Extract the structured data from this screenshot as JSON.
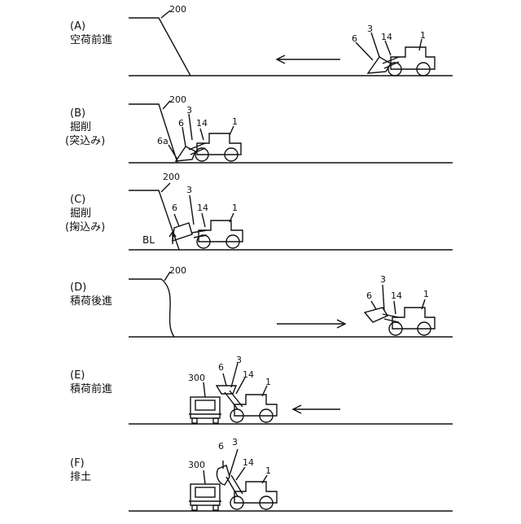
{
  "panels": [
    {
      "key": "A",
      "label": "(A)",
      "caption": [
        "空荷前進"
      ],
      "refs": {
        "wall": "200",
        "bucket": "6",
        "arm": "3",
        "link": "14",
        "loader": "1"
      }
    },
    {
      "key": "B",
      "label": "(B)",
      "caption": [
        "掘削",
        "(突込み)"
      ],
      "refs": {
        "wall": "200",
        "bucket": "6",
        "arm": "3",
        "link": "14",
        "loader": "1",
        "edge": "6a"
      }
    },
    {
      "key": "C",
      "label": "(C)",
      "caption": [
        "掘削",
        "(掬込み)"
      ],
      "refs": {
        "wall": "200",
        "bucket": "6",
        "arm": "3",
        "link": "14",
        "loader": "1",
        "blade": "BL"
      }
    },
    {
      "key": "D",
      "label": "(D)",
      "caption": [
        "積荷後進"
      ],
      "refs": {
        "wall": "200",
        "bucket": "6",
        "arm": "3",
        "link": "14",
        "loader": "1"
      }
    },
    {
      "key": "E",
      "label": "(E)",
      "caption": [
        "積荷前進"
      ],
      "refs": {
        "truck": "300",
        "bucket": "6",
        "arm": "3",
        "link": "14",
        "loader": "1"
      }
    },
    {
      "key": "F",
      "label": "(F)",
      "caption": [
        "排土"
      ],
      "refs": {
        "truck": "300",
        "bucket": "6",
        "arm": "3",
        "link": "14",
        "loader": "1"
      }
    }
  ],
  "colors": {
    "ink": "#111111",
    "background": "#ffffff"
  }
}
